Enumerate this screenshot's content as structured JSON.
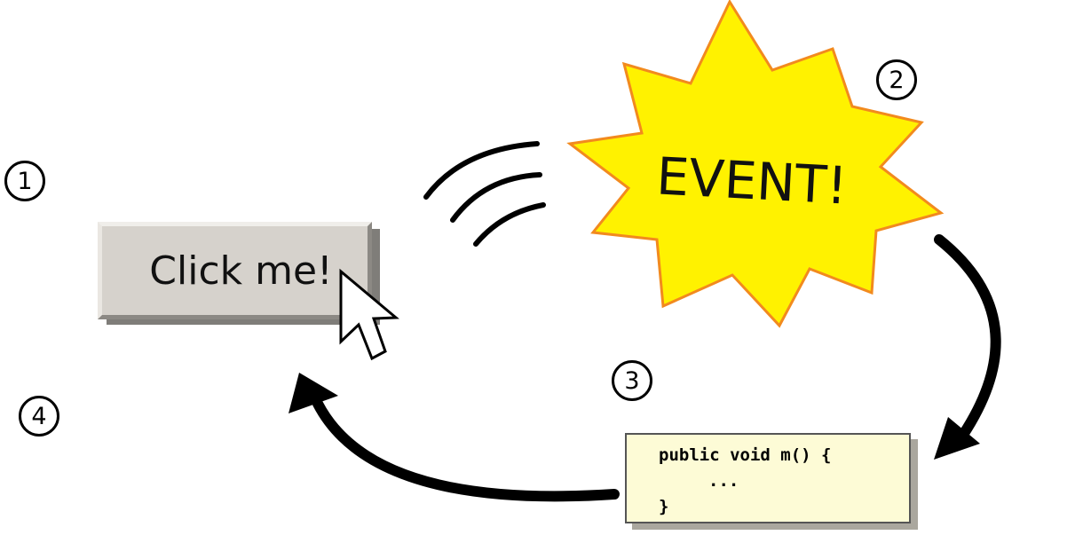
{
  "steps": {
    "s1": "1",
    "s2": "2",
    "s3": "3",
    "s4": "4"
  },
  "button": {
    "label": "Click me!"
  },
  "event": {
    "label": "EVENT!"
  },
  "code": {
    "line1": "public void m() {",
    "line2": "...",
    "line3": "}"
  },
  "colors": {
    "burst_fill": "#fff200",
    "burst_stroke": "#f28a1e",
    "button_face": "#d6d2cc",
    "code_bg": "#fdfbd6"
  }
}
